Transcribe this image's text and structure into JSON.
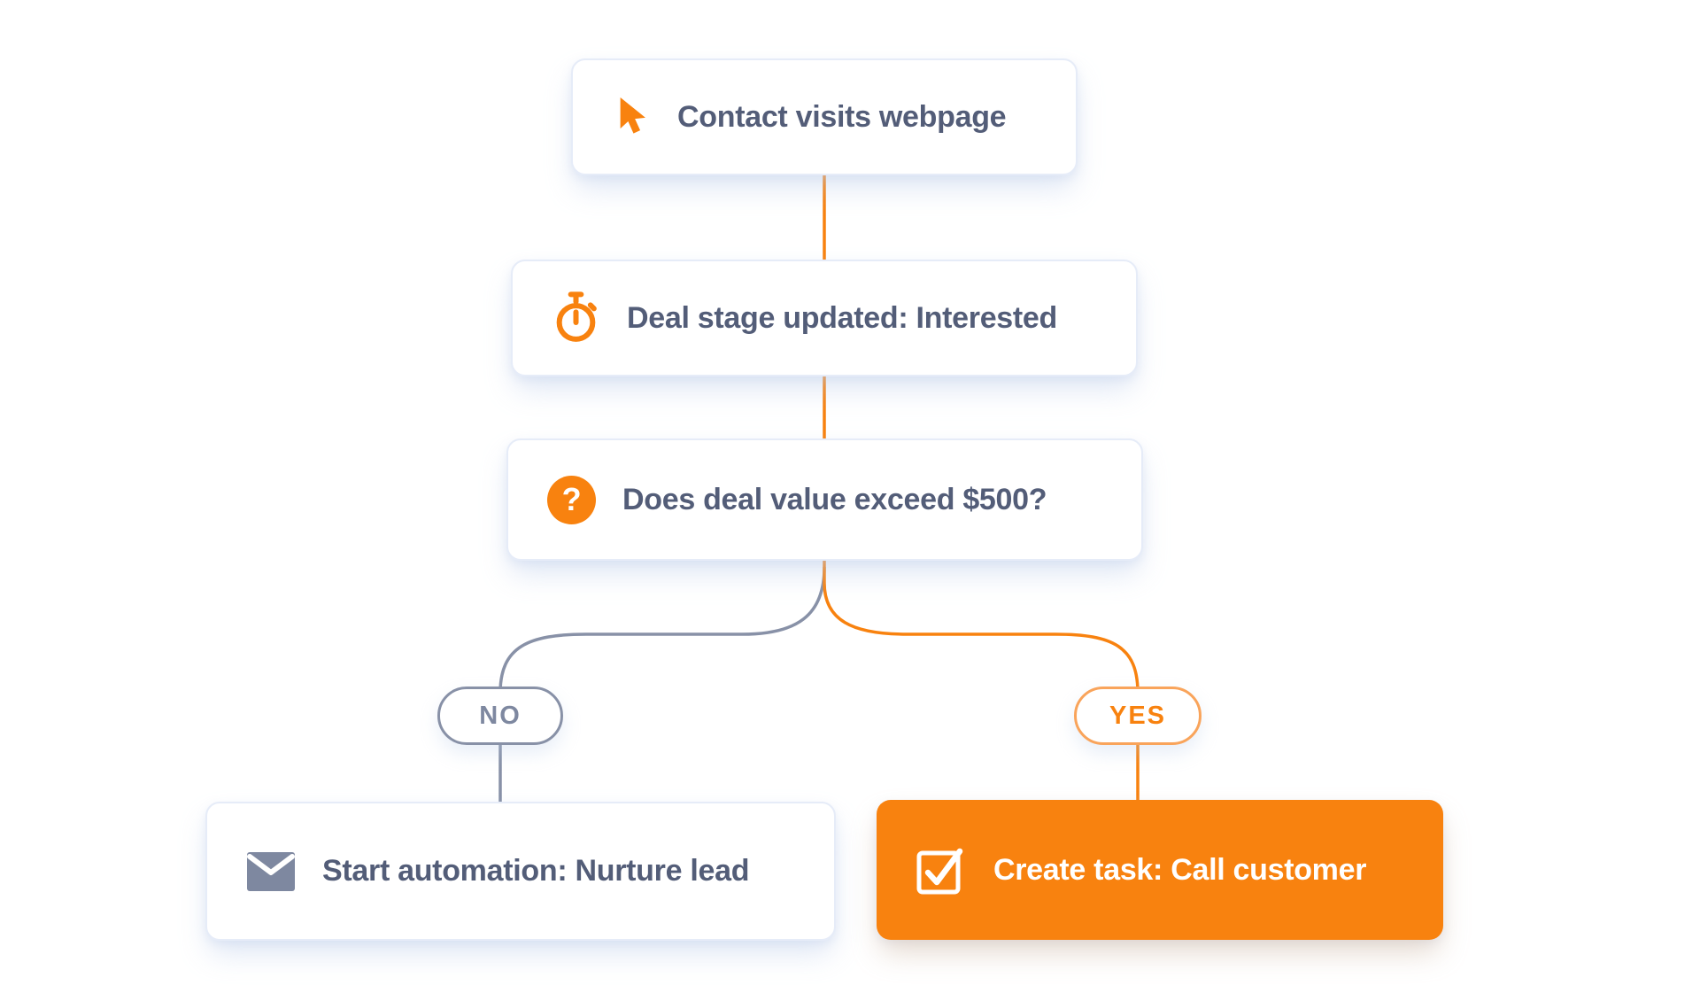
{
  "app": {
    "title": "Automation workflow flowchart"
  },
  "colors": {
    "orange": "#F8820F",
    "orange_light": "#F9A45B",
    "slate_text": "#535D78",
    "gray_line": "#8891A7",
    "gray_pill_text": "#7E88A0",
    "card_border": "#E6ECF8",
    "card_bg": "#FFFFFF"
  },
  "flow": {
    "nodes": [
      {
        "label": "Contact visits webpage",
        "icon": "cursor-icon",
        "variant": "light"
      },
      {
        "label": "Deal stage updated: Interested",
        "icon": "stopwatch-icon",
        "variant": "light"
      },
      {
        "label": "Does deal value exceed $500?",
        "icon": "question-icon",
        "variant": "light"
      },
      {
        "label": "Start automation: Nurture lead",
        "icon": "envelope-icon",
        "variant": "light"
      },
      {
        "label": "Create task: Call customer",
        "icon": "checkbox-icon",
        "variant": "orange"
      }
    ],
    "branch_no": "NO",
    "branch_yes": "YES",
    "question_glyph": "?"
  }
}
